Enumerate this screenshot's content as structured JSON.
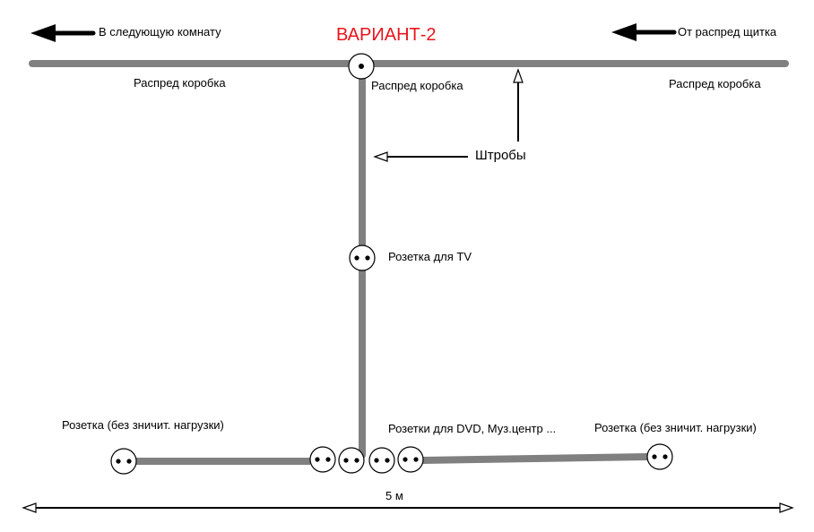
{
  "title": "ВАРИАНТ-2",
  "colors": {
    "title": "#e8141b",
    "wire": "#808080",
    "text": "#000000"
  },
  "labels": {
    "next_room": "В следующую комнату",
    "from_panel": "От распред щитка",
    "junction_box_left": "Распред коробка",
    "junction_box_center": "Распред коробка",
    "junction_box_right": "Распред коробка",
    "grooves": "Штробы",
    "tv_socket": "Розетка для TV",
    "socket_left": "Розетка  (без зничит. нагрузки)",
    "sockets_dvd": "Розетки для DVD, Муз.центр ...",
    "socket_right": "Розетка  (без зничит. нагрузки)",
    "dimension": "5 м"
  }
}
